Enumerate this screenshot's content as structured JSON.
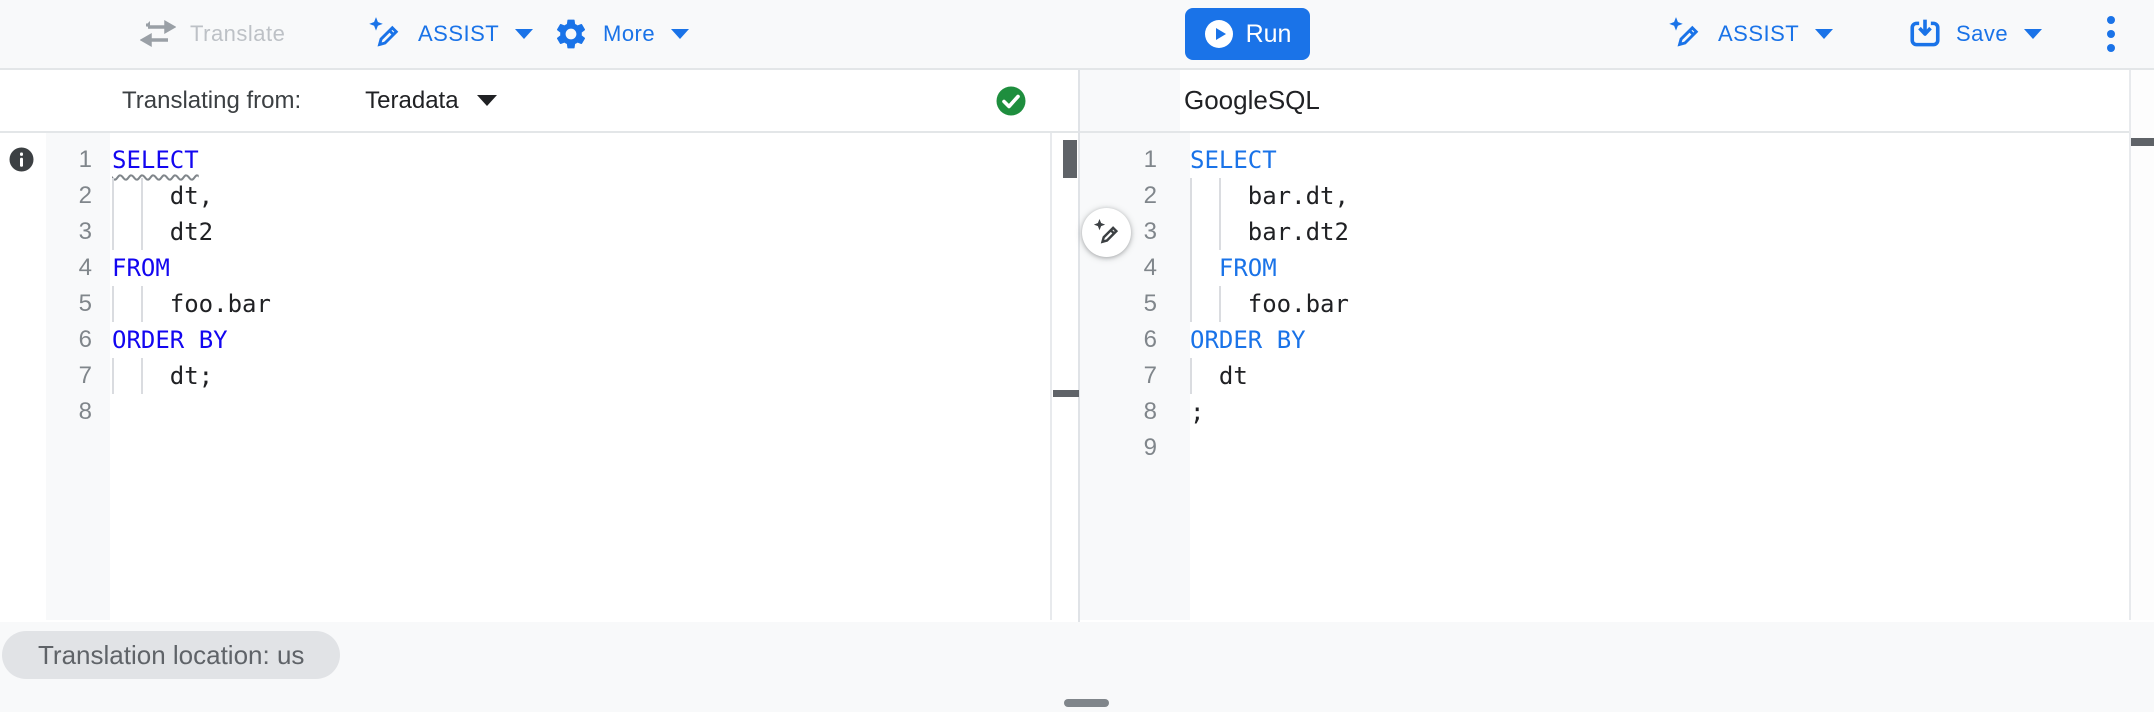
{
  "colors": {
    "accent_blue": "#1a73e8",
    "disabled_gray": "#bdc1c6",
    "success_green": "#1e8e3e",
    "source_keyword_blue": "#1306f0",
    "target_keyword_blue": "#1a73e8",
    "code_text": "#202124",
    "line_number_gray": "#80868b"
  },
  "toolbar": {
    "translate": {
      "label": "Translate",
      "icon": "swap-arrows-icon",
      "disabled": true
    },
    "assist_left": {
      "label": "ASSIST",
      "icon": "magic-pen-icon",
      "has_dropdown": true
    },
    "more": {
      "label": "More",
      "icon": "gear-icon",
      "has_dropdown": true
    },
    "run": {
      "label": "Run",
      "icon": "play-circle-icon"
    },
    "assist_right": {
      "label": "ASSIST",
      "icon": "magic-pen-icon",
      "has_dropdown": true
    },
    "save": {
      "label": "Save",
      "icon": "save-icon",
      "has_dropdown": true
    },
    "overflow_menu": {
      "icon": "vertical-dots-icon"
    }
  },
  "source_panel": {
    "header_label": "Translating from:",
    "dialect": "Teradata",
    "status_icon": "green-check-icon",
    "annotation_icon": "info-icon",
    "editor": {
      "lines": [
        {
          "tokens": [
            {
              "t": "SELECT",
              "c": "kw",
              "squiggle": true
            }
          ]
        },
        {
          "tokens": [
            {
              "t": "    dt,",
              "c": "pl"
            }
          ]
        },
        {
          "tokens": [
            {
              "t": "    dt2",
              "c": "pl"
            }
          ]
        },
        {
          "tokens": [
            {
              "t": "FROM",
              "c": "kw"
            }
          ]
        },
        {
          "tokens": [
            {
              "t": "    foo.bar",
              "c": "pl"
            }
          ]
        },
        {
          "tokens": [
            {
              "t": "ORDER BY",
              "c": "kw"
            }
          ]
        },
        {
          "tokens": [
            {
              "t": "    dt;",
              "c": "pl"
            }
          ]
        },
        {
          "tokens": []
        }
      ]
    }
  },
  "target_panel": {
    "header_label": "GoogleSQL",
    "quick_action_icon": "magic-pen-icon",
    "editor": {
      "lines": [
        {
          "tokens": [
            {
              "t": "SELECT",
              "c": "kw"
            }
          ]
        },
        {
          "tokens": [
            {
              "t": "    bar.dt,",
              "c": "pl"
            }
          ]
        },
        {
          "tokens": [
            {
              "t": "    bar.dt2",
              "c": "pl"
            }
          ]
        },
        {
          "tokens": [
            {
              "t": "  FROM",
              "c": "kw"
            }
          ]
        },
        {
          "tokens": [
            {
              "t": "    foo.bar",
              "c": "pl"
            }
          ]
        },
        {
          "tokens": [
            {
              "t": "ORDER BY",
              "c": "kw"
            }
          ]
        },
        {
          "tokens": [
            {
              "t": "  dt",
              "c": "pl"
            }
          ]
        },
        {
          "tokens": [
            {
              "t": ";",
              "c": "pl"
            }
          ]
        },
        {
          "tokens": []
        }
      ]
    }
  },
  "footer": {
    "status_pill": "Translation location: us"
  }
}
